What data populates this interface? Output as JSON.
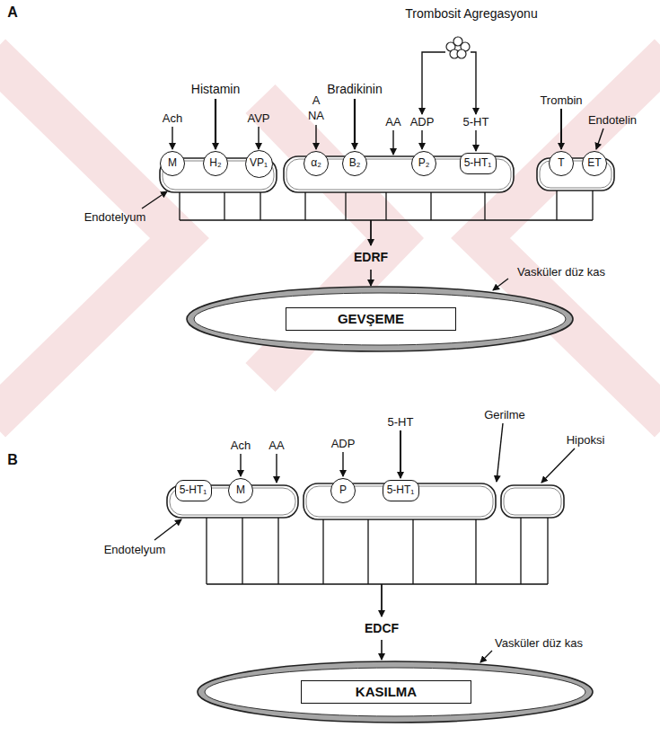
{
  "diagram": {
    "nodes": [
      {
        "text": [
          "M"
        ]
      },
      {
        "text": [
          "H₂"
        ]
      },
      {
        "text": [
          "VP₁"
        ]
      },
      {
        "text": [
          "α₂"
        ]
      },
      {
        "text": [
          "B₂"
        ]
      },
      {
        "text": [
          "P₂"
        ]
      },
      {
        "text": [
          "5-HT₁"
        ]
      },
      {
        "text": [
          "T"
        ]
      },
      {
        "text": [
          "ET"
        ]
      },
      {
        "text": [
          "GEVŞEME"
        ]
      },
      {
        "text": [
          "5-HT₁"
        ]
      },
      {
        "text": [
          "M"
        ]
      },
      {
        "text": [
          "P"
        ]
      },
      {
        "text": [
          "5-HT₁"
        ]
      },
      {
        "text": [
          "KASILMA"
        ]
      }
    ],
    "labels": [
      "A",
      "Trombosit Agregasyonu",
      "Histamin",
      "Bradikinin",
      "Ach",
      "AVP",
      "A",
      "NA",
      "AA",
      "ADP",
      "5-HT",
      "Trombin",
      "Endotelin",
      "Endotelyum",
      "EDRF",
      "Vasküler düz kas",
      "B",
      "Gerilme",
      "Ach",
      "AA",
      "ADP",
      "5-HT",
      "Hipoksi",
      "Endotelyum",
      "EDCF",
      "Vasküler düz kas"
    ]
  }
}
